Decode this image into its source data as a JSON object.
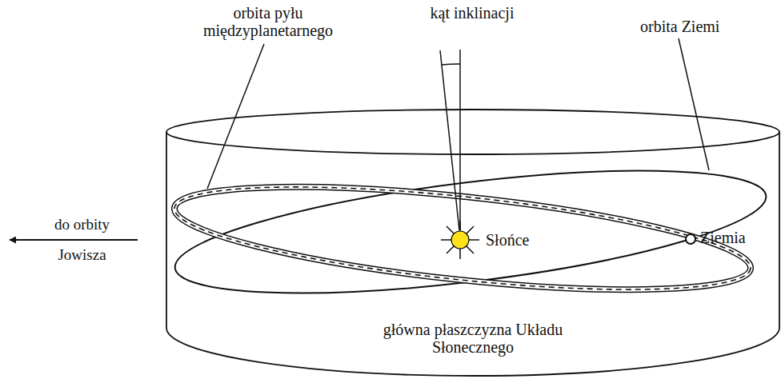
{
  "diagram": {
    "labels": [
      "orbita pyłu międzyplanetarnego",
      "kąt inklinacji",
      "orbita Ziemi",
      "do orbity Jowisza",
      "Słońce",
      "Ziemia",
      "główna płaszczyzna Układu Słonecznego"
    ]
  }
}
